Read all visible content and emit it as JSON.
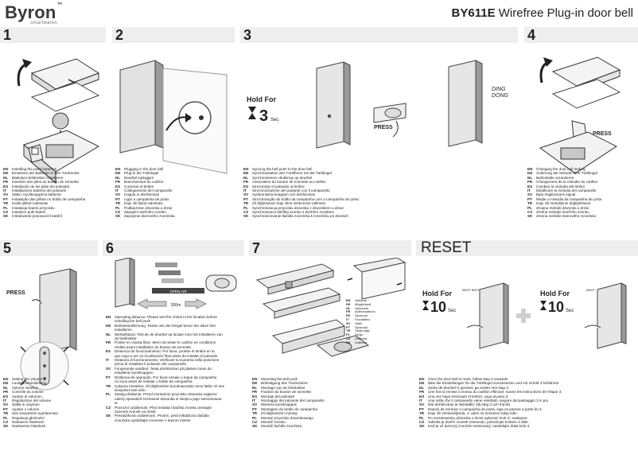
{
  "header": {
    "brand": "Byron",
    "brand_tm": "™",
    "brand_sub": "smartwares",
    "model": "BY611E",
    "product": "Wirefree Plug-in door bell"
  },
  "panels": {
    "p1": {
      "number": "1",
      "lines": [
        {
          "code": "EN",
          "text": "Installing the push batteries"
        },
        {
          "code": "DE",
          "text": "Einsetzen der Batterien in den Türdrücker"
        },
        {
          "code": "NL",
          "text": "Batterijen beldrukker installeren"
        },
        {
          "code": "FR",
          "text": "Insertion des piles du bouton de sonnette"
        },
        {
          "code": "ES",
          "text": "Instalación de las pilas del pulsador"
        },
        {
          "code": "IT",
          "text": "Installazione batterie del pulsante"
        },
        {
          "code": "SV",
          "text": "Sätta i tryckknappens batterier"
        },
        {
          "code": "PT",
          "text": "Instalação das pilhas no botão de campainha"
        },
        {
          "code": "TR",
          "text": "Kesik pillerin takılması"
        },
        {
          "code": "PL",
          "text": "Instalacja baterii przycisku"
        },
        {
          "code": "CZ",
          "text": "Instalace pušt baterií"
        },
        {
          "code": "SK",
          "text": "Inštalovanie posúvacích batérií"
        }
      ]
    },
    "p2": {
      "number": "2",
      "lines": [
        {
          "code": "EN",
          "text": "Plugging in the door bell"
        },
        {
          "code": "DE",
          "text": "Plug-in der Türklingel"
        },
        {
          "code": "NL",
          "text": "Deurbel inpluggen"
        },
        {
          "code": "FR",
          "text": "Branchement du carillon"
        },
        {
          "code": "ES",
          "text": "Conectar el timbre"
        },
        {
          "code": "IT",
          "text": "Collegamento del campanello"
        },
        {
          "code": "SV",
          "text": "Koppla in dörrklockan"
        },
        {
          "code": "PT",
          "text": "Ligar a campainha de porta"
        },
        {
          "code": "TR",
          "text": "Kapı zili fişinin takılması"
        },
        {
          "code": "PL",
          "text": "Podłączenie dzwonka u drzwi"
        },
        {
          "code": "CZ",
          "text": "Zapojení dveřního zvonku"
        },
        {
          "code": "SK",
          "text": "Zapojenie dverového zvončeka"
        }
      ]
    },
    "p3": {
      "number": "3",
      "hold_for": "Hold For",
      "hold_num": "3",
      "hold_unit": "Sec",
      "press": "PRESS",
      "ding": "DING",
      "dong": "DONG",
      "lines": [
        {
          "code": "EN",
          "text": "Syncing the bell push to the door bell"
        },
        {
          "code": "DE",
          "text": "Synchronisation des Türöffners mit der Türklingel"
        },
        {
          "code": "NL",
          "text": "Synchroniseren drukknop op deurbel"
        },
        {
          "code": "FR",
          "text": "Association du bouton de sonnette au carillon"
        },
        {
          "code": "ES",
          "text": "Sincronizar el pulsador al timbre"
        },
        {
          "code": "IT",
          "text": "Sincronizzazione del pulsante con il campanello"
        },
        {
          "code": "SV",
          "text": "Synkronisera knappen och dörrklockan"
        },
        {
          "code": "PT",
          "text": "Sincronização do botão da campainha com a campainha de porta"
        },
        {
          "code": "TR",
          "text": "Zil düğmesinin kapı zline senkronize edilmesi"
        },
        {
          "code": "PL",
          "text": "Synchronizacja przycisku dzwonka z dzwonkiem u drzwi"
        },
        {
          "code": "CZ",
          "text": "Synchronizace tlačítka zvonku s dveřním zvonkem"
        },
        {
          "code": "SK",
          "text": "Synchronizovanie tlačidla zvončeka k zvončeku pri dverách"
        }
      ]
    },
    "p4": {
      "number": "4",
      "press": "PRESS",
      "lines": [
        {
          "code": "EN",
          "text": "Changing the door bell melody"
        },
        {
          "code": "DE",
          "text": "Änderung der Melodie Ihrer Türklingel"
        },
        {
          "code": "NL",
          "text": "Belmelodie veranderen"
        },
        {
          "code": "FR",
          "text": "Changement de la mélodie du carillon"
        },
        {
          "code": "ES",
          "text": "Cambiar la melodía del timbre"
        },
        {
          "code": "IT",
          "text": "Modificare la melodia del campanello"
        },
        {
          "code": "SV",
          "text": "Byta ringklockans signal"
        },
        {
          "code": "PT",
          "text": "Mudar a melodia da campainha de porta"
        },
        {
          "code": "TR",
          "text": "Kapı zili melodisinin değiştirilmesi"
        },
        {
          "code": "PL",
          "text": "Zmiana melodii dzwonka u drzwi"
        },
        {
          "code": "CZ",
          "text": "Změna melodie dveřního zvonku"
        },
        {
          "code": "SK",
          "text": "Zmena melódie dverového zvončeka"
        }
      ]
    },
    "p5": {
      "number": "5",
      "press": "PRESS",
      "lines": [
        {
          "code": "EN",
          "text": "Setting the volume"
        },
        {
          "code": "DE",
          "text": "Lautstärkeeinstellung"
        },
        {
          "code": "NL",
          "text": "Volume instellen"
        },
        {
          "code": "FR",
          "text": "Contrôle du volume"
        },
        {
          "code": "ES",
          "text": "Ajustar el volumen"
        },
        {
          "code": "IT",
          "text": "Regolazione del volume"
        },
        {
          "code": "SV",
          "text": "Ställa in volymen"
        },
        {
          "code": "PT",
          "text": "Ajustar o volume"
        },
        {
          "code": "TR",
          "text": "Ses seviyesinin ayarlanması"
        },
        {
          "code": "PL",
          "text": "Regulacja głośności"
        },
        {
          "code": "CZ",
          "text": "Nastavení hlasitosti"
        },
        {
          "code": "SK",
          "text": "Nastavenie hlasitosti"
        }
      ]
    },
    "p6": {
      "number": "6",
      "open_air": "OPEN AIR",
      "distance": "200m",
      "lines": [
        {
          "code": "EN",
          "text": "Operating distance. Please test the chime in the location before"
        },
        {
          "code": "",
          "text": "installing the bell push"
        },
        {
          "code": "DE",
          "text": "Betriebsentfernung. Testen Sie die Klingel bevor Sie diese fest"
        },
        {
          "code": "",
          "text": "installieren"
        },
        {
          "code": "NL",
          "text": "Werkafstand. Test de de deurbel op locatie voor het installeren van"
        },
        {
          "code": "",
          "text": "de beldrukker"
        },
        {
          "code": "FR",
          "text": "Portée en champ libre. Merci de tester le carillon en conditions"
        },
        {
          "code": "",
          "text": "réelles avant installation du bouton de sonnette"
        },
        {
          "code": "ES",
          "text": "Distancia de funcionamiento. Por favor, pruebe el timbre en la"
        },
        {
          "code": "",
          "text": "que vaya a ser su localización final antes de instalar el pulsador"
        },
        {
          "code": "IT",
          "text": "Distanza di funzionamento. Verificare la suoneria nella posizione"
        },
        {
          "code": "",
          "text": "prima di installare il pulsante del campanello"
        },
        {
          "code": "SV",
          "text": "Fungerande avstånd. Testa dörrklockan på platsen innan du"
        },
        {
          "code": "",
          "text": "installerar tryckknappen"
        },
        {
          "code": "PT",
          "text": "Distância de operação. Por favor ensaie o toque da campainha"
        },
        {
          "code": "",
          "text": "no local antes de instalar o botão da campainha"
        },
        {
          "code": "TR",
          "text": "Çalışma mesafesi. Zil düğmesinin kurulmasından önce lütfen zil ses"
        },
        {
          "code": "",
          "text": "seviyesini test edin."
        },
        {
          "code": "PL",
          "text": "Zasięg działania. Przed montażem przycisku dzwonka najpierw"
        },
        {
          "code": "",
          "text": "należy sprawdzić brzmienie dzwonka w miejscu jego zamontowan-"
        },
        {
          "code": "",
          "text": "ia"
        },
        {
          "code": "CZ",
          "text": "Provozní vzdálenost. Před instalací tlačítka zvonku otestujte"
        },
        {
          "code": "",
          "text": "zazvonit zvonek na místě."
        },
        {
          "code": "SK",
          "text": "Prevádzková vzdialenosť. Prosím, pred inštaláciou tlačidla"
        },
        {
          "code": "",
          "text": "zvončeka vyskúšajte zvonenie v danom mieste"
        }
      ]
    },
    "p7": {
      "number": "7",
      "legend": [
        {
          "code": "EN",
          "text": "Optional"
        },
        {
          "code": "DE",
          "text": "Möglichkeit"
        },
        {
          "code": "NL",
          "text": "Optioneel"
        },
        {
          "code": "FR",
          "text": "Aufmerkations"
        },
        {
          "code": "ES",
          "text": "Opcional"
        },
        {
          "code": "IT",
          "text": "Facoltativo"
        },
        {
          "code": "SV",
          "text": "Valfri"
        },
        {
          "code": "PT",
          "text": "Opcional"
        },
        {
          "code": "TR",
          "text": "Tiege bağı"
        },
        {
          "code": "PL",
          "text": "Opcja"
        },
        {
          "code": "CZ",
          "text": "Volitelná"
        },
        {
          "code": "SK",
          "text": "Voliteľne"
        }
      ],
      "lines": [
        {
          "code": "EN",
          "text": "Mounting the bell push"
        },
        {
          "code": "DE",
          "text": "Befestigung des Türdrückers"
        },
        {
          "code": "NL",
          "text": "Montage van de beldrukker"
        },
        {
          "code": "FR",
          "text": "Fixation du bouton de sonnette"
        },
        {
          "code": "ES",
          "text": "Montaje del pulsador"
        },
        {
          "code": "IT",
          "text": "Montaggio del pulsante del campanello"
        },
        {
          "code": "SV",
          "text": "Montera tryckknappen"
        },
        {
          "code": "PT",
          "text": "Montagem do botão de campainha"
        },
        {
          "code": "TR",
          "text": "Zil düğmesinin montajı"
        },
        {
          "code": "PL",
          "text": "Montaż przycisku dzwonkowego"
        },
        {
          "code": "CZ",
          "text": "Montáž zvonku"
        },
        {
          "code": "SK",
          "text": "Montáž tlačidla zvončeka"
        }
      ]
    },
    "reset": {
      "number": "RESET",
      "hold_for": "Hold For",
      "hold_num": "10",
      "hold_unit": "Sec",
      "beep1": "BEEP BEEP",
      "beep2": "BEEP",
      "lines": [
        {
          "code": "EN",
          "text": "Once the door bell is reset, follow step 3 onwards"
        },
        {
          "code": "DE",
          "text": "Bitte die Einstellungen für die Türklingel zurücksetzen und mit Schritt 3 fortfahren."
        },
        {
          "code": "NL",
          "text": "Zodra de deurbel is gereset, ga verder met stap 3."
        },
        {
          "code": "FR",
          "text": "Une fois la remise à niveau du carillon effectué, suivez les instructions de l'étape 3."
        },
        {
          "code": "ES",
          "text": "Una vez haya reiniciado el timbre, vaya al paso 3."
        },
        {
          "code": "IT",
          "text": "Una volta che il campanello viene resettato, seguire dal passaggio 3 in poi"
        },
        {
          "code": "SV",
          "text": "När dörrklockan är återställd, följ steg 3 och framåt."
        },
        {
          "code": "PT",
          "text": "Depois de reiniciar a campainha de porta, siga os passos a partir do 3."
        },
        {
          "code": "TR",
          "text": "Kapı zili sıfırlandığında, 3. adım ve sonrasını takip edin."
        },
        {
          "code": "PL",
          "text": "Po zresetowaniu dzwonka u drzwi wykonać krok 3 i następne."
        },
        {
          "code": "CZ",
          "text": "Jakmile je dveřní zvonek resetován, pokračujte krokem 3 dále."
        },
        {
          "code": "SK",
          "text": "Keď je už dverový zvonček resetovaný, nasledujte ďalej krok 3"
        }
      ]
    }
  }
}
